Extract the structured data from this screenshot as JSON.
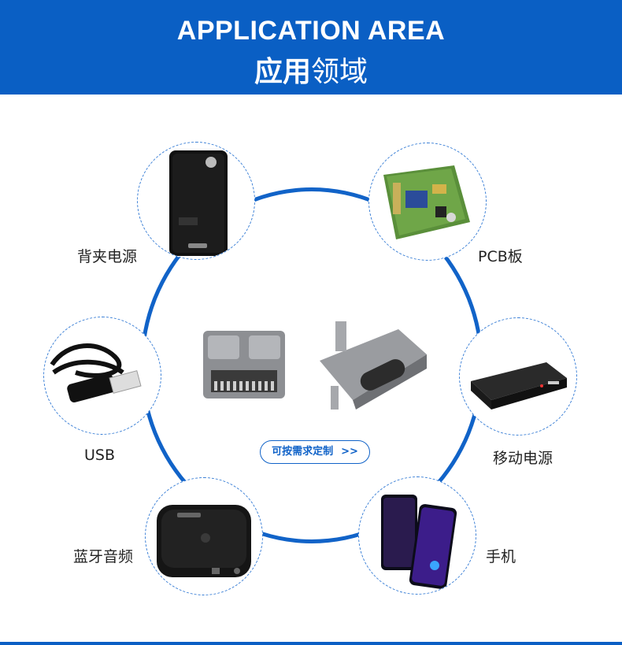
{
  "header": {
    "title_en": "APPLICATION AREA",
    "title_cn_bold": "应用",
    "title_cn_regular": "领域"
  },
  "applications": [
    {
      "label": "背夹电源",
      "icon": "phone-battery-case-icon"
    },
    {
      "label": "PCB板",
      "icon": "pcb-board-icon"
    },
    {
      "label": "USB",
      "icon": "usb-cable-icon"
    },
    {
      "label": "移动电源",
      "icon": "power-bank-icon"
    },
    {
      "label": "蓝牙音频",
      "icon": "bluetooth-audio-icon"
    },
    {
      "label": "手机",
      "icon": "smartphone-icon"
    }
  ],
  "center": {
    "products": [
      "usb-c-connector-front-icon",
      "usb-c-connector-side-icon"
    ],
    "cta_label": "可按需求定制",
    "cta_arrow": ">>"
  },
  "colors": {
    "brand_blue": "#0a5fc4",
    "ring_blue": "#1163c8"
  }
}
